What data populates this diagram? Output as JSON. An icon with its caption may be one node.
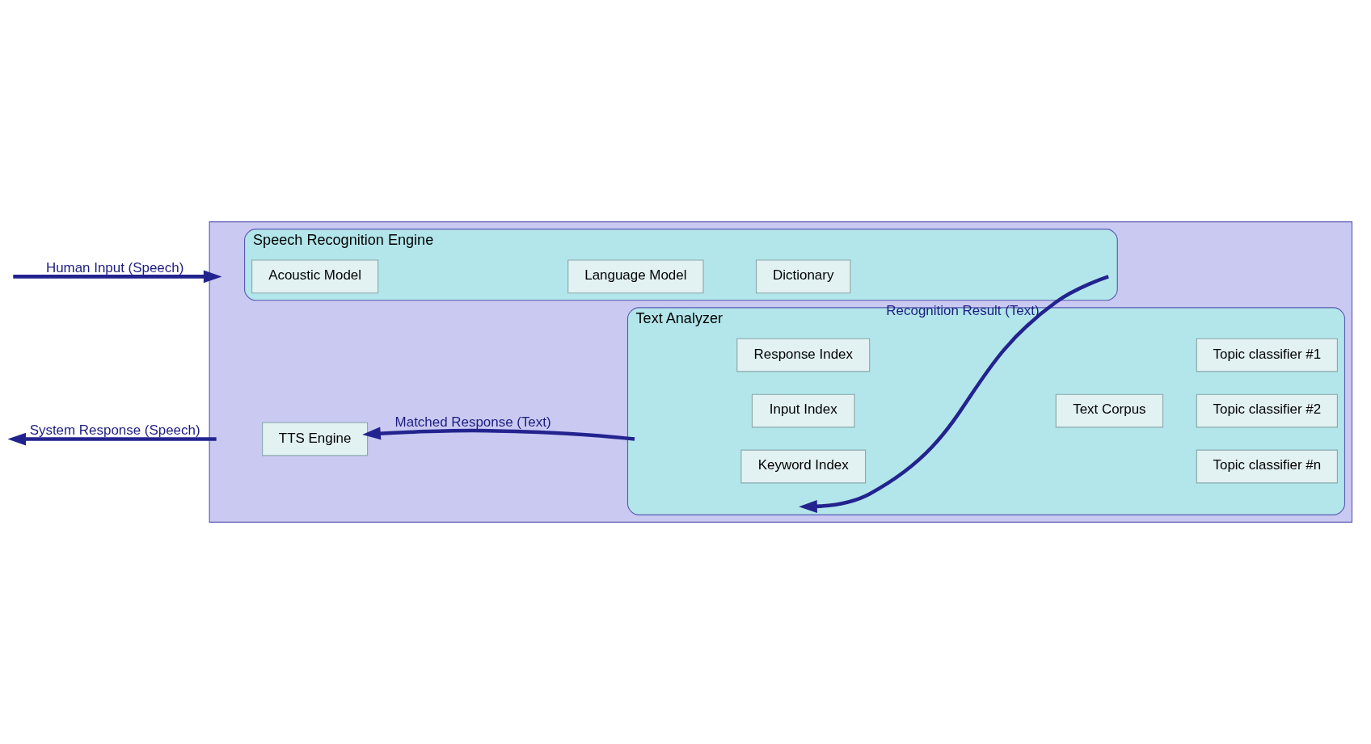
{
  "diagram": {
    "nodes": [
      {
        "text": [],
        "shape": "box"
      },
      {
        "text": [
          "Speech Recognition Engine"
        ],
        "in": 0
      },
      {
        "text": [
          "Acoustic Model"
        ],
        "in": 1
      },
      {
        "text": [
          "Language Model"
        ],
        "in": 1
      },
      {
        "text": [
          "Dictionary"
        ],
        "in": 1
      },
      {
        "text": [
          "TTS Engine"
        ],
        "in": 0
      },
      {
        "text": [
          "Text Analyzer"
        ],
        "in": 0
      },
      {
        "text": [
          "Topic classifier #n"
        ],
        "in": 6
      },
      {
        "text": [
          "Topic classifier #2"
        ],
        "in": 6
      },
      {
        "text": [
          "Keyword Index"
        ],
        "in": 6
      },
      {
        "text": [
          "Topic classifier #1"
        ],
        "in": 6
      },
      {
        "text": [
          "Input Index"
        ],
        "in": 6
      },
      {
        "text": [
          "Text Corpus"
        ],
        "in": 6
      },
      {
        "text": [
          "Response Index"
        ],
        "in": 6
      }
    ],
    "edges": [
      {
        "from": null,
        "to": 0,
        "arrow": "to",
        "label": "Human Input (Speech)"
      },
      {
        "from": 1,
        "to": 6,
        "arrow": "to",
        "label": "Recognition Result (Text)"
      },
      {
        "from": 6,
        "to": 5,
        "arrow": "to",
        "label": "Matched Response (Text)"
      },
      {
        "from": 0,
        "to": null,
        "arrow": "to",
        "label": "System Response (Speech)"
      }
    ]
  }
}
